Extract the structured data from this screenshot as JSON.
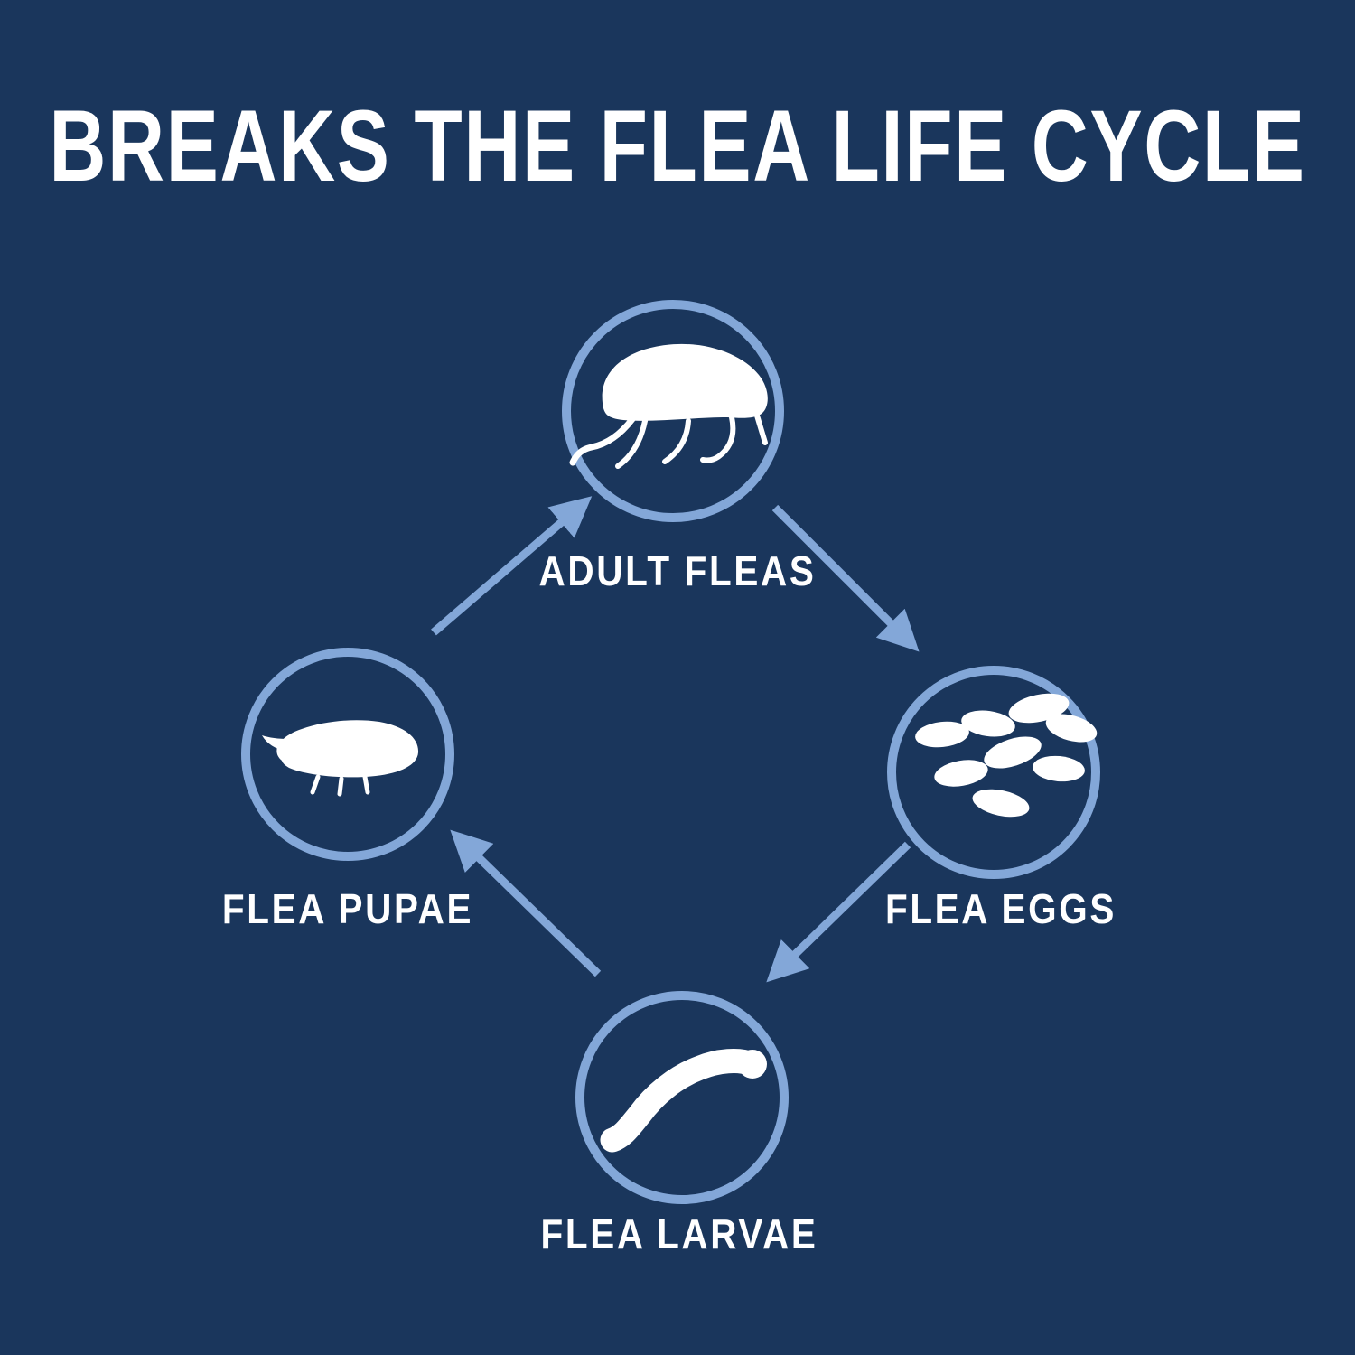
{
  "title": "BREAKS THE FLEA LIFE CYCLE",
  "colors": {
    "background": "#1A365C",
    "accent": "#83A7D8",
    "white": "#FFFFFF"
  },
  "diagram": {
    "type": "cycle",
    "stages": [
      {
        "id": "adult-fleas",
        "label": "ADULT FLEAS",
        "icon": "adult-flea-icon",
        "position": "top"
      },
      {
        "id": "flea-eggs",
        "label": "FLEA EGGS",
        "icon": "flea-eggs-icon",
        "position": "right"
      },
      {
        "id": "flea-larvae",
        "label": "FLEA LARVAE",
        "icon": "flea-larva-icon",
        "position": "bottom"
      },
      {
        "id": "flea-pupae",
        "label": "FLEA PUPAE",
        "icon": "flea-pupa-icon",
        "position": "left"
      }
    ],
    "flow": [
      "ADULT FLEAS",
      "FLEA EGGS",
      "FLEA LARVAE",
      "FLEA PUPAE",
      "ADULT FLEAS"
    ]
  }
}
